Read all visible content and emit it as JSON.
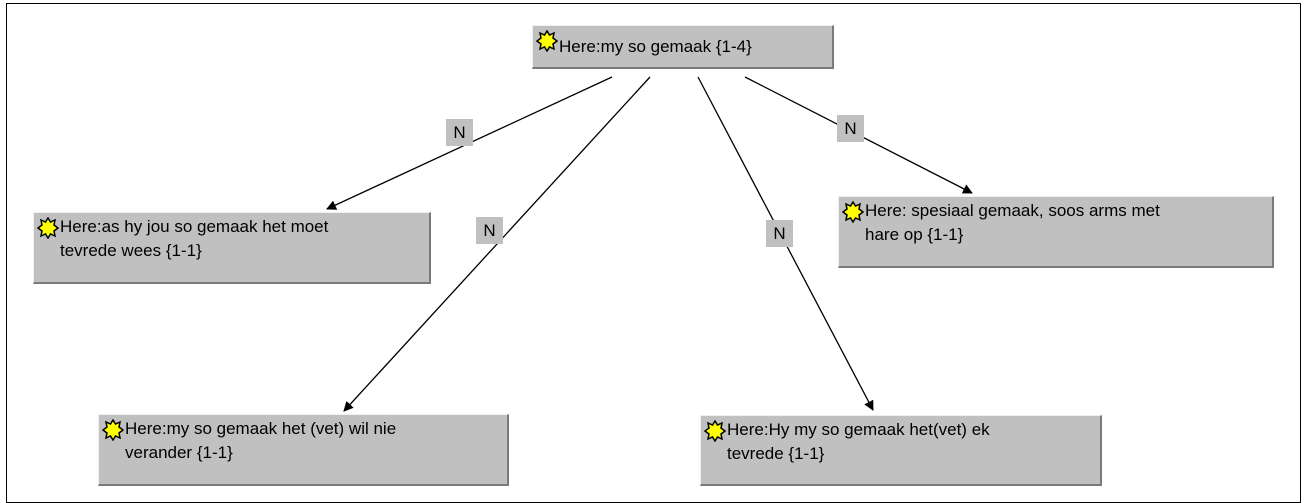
{
  "nodes": {
    "root": {
      "label": "Here:my so gemaak {1-4}",
      "icon": "star-warning-icon"
    },
    "child1": {
      "label": "Here:as hy jou so gemaak het moet\ntevrede wees {1-1}",
      "icon": "star-warning-icon"
    },
    "child2": {
      "label": "Here:my so gemaak het (vet) wil nie\nverander {1-1}",
      "icon": "star-warning-icon"
    },
    "child3": {
      "label": "Here:Hy my so gemaak het(vet) ek\ntevrede {1-1}",
      "icon": "star-warning-icon"
    },
    "child4": {
      "label": "Here: spesiaal gemaak, soos arms met\nhare op {1-1}",
      "icon": "star-warning-icon"
    }
  },
  "edges": [
    {
      "from": "root",
      "to": "child1",
      "label": "N"
    },
    {
      "from": "root",
      "to": "child2",
      "label": "N"
    },
    {
      "from": "root",
      "to": "child3",
      "label": "N"
    },
    {
      "from": "root",
      "to": "child4",
      "label": "N"
    }
  ],
  "colors": {
    "node_fill": "#c0c0c0",
    "line": "#000000",
    "icon_star": "#ffff00"
  }
}
